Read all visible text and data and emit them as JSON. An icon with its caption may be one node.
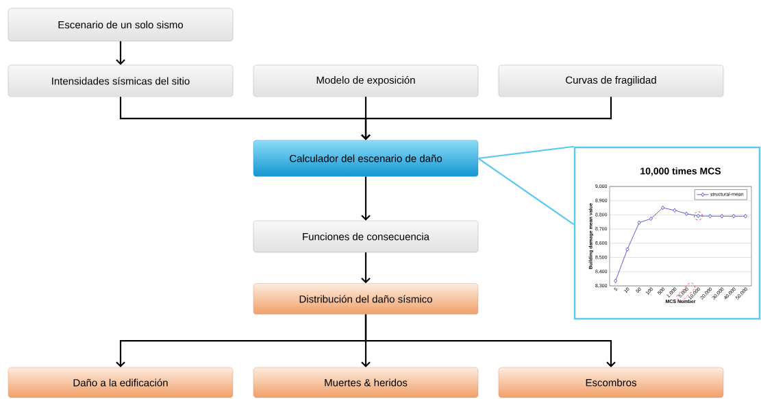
{
  "diagram": {
    "nodes": [
      {
        "text": [
          "Escenario de un solo sismo"
        ]
      },
      {
        "text": [
          "Intensidades sísmicas del sitio"
        ]
      },
      {
        "text": [
          "Modelo de exposición"
        ]
      },
      {
        "text": [
          "Curvas de fragilidad"
        ]
      },
      {
        "text": [
          "Calculador del escenario de daño"
        ]
      },
      {
        "text": [
          "Funciones de consecuencia"
        ]
      },
      {
        "text": [
          "Distribución del daño sísmico"
        ]
      },
      {
        "text": [
          "Daño a la edificación"
        ]
      },
      {
        "text": [
          "Muertes & heridos"
        ]
      },
      {
        "text": [
          "Escombros"
        ]
      },
      {
        "text": [],
        "shape": "box"
      }
    ],
    "edges": [
      {
        "from": 0,
        "to": 1,
        "arrow": "to"
      },
      {
        "from": 1,
        "to": 4,
        "arrow": "to"
      },
      {
        "from": 2,
        "to": 4,
        "arrow": "to"
      },
      {
        "from": 3,
        "to": 4,
        "arrow": "to"
      },
      {
        "from": 4,
        "to": 5,
        "arrow": "to"
      },
      {
        "from": 5,
        "to": 6,
        "arrow": "to"
      },
      {
        "from": 6,
        "to": 7,
        "arrow": "to"
      },
      {
        "from": 6,
        "to": 8,
        "arrow": "to"
      },
      {
        "from": 6,
        "to": 9,
        "arrow": "to"
      },
      {
        "from": 4,
        "to": 10,
        "arrow": "none",
        "color": "#5bc8f0"
      }
    ],
    "chart_data": {
      "type": "line",
      "title": "10,000 times MCS",
      "xlabel": "MCS Number",
      "ylabel": "Building damage mean value",
      "categories": [
        "5",
        "10",
        "50",
        "100",
        "500",
        "1,000",
        "5,000",
        "10,000",
        "20,000",
        "30,000",
        "40,000",
        "50,000"
      ],
      "series": [
        {
          "name": "structural-mean",
          "color": "#3333cc",
          "marker": "diamond",
          "values": [
            8335,
            8557,
            8745,
            8773,
            8850,
            8832,
            8808,
            8793,
            8791,
            8791,
            8791,
            8791
          ]
        }
      ],
      "ylim": [
        8300,
        9000
      ],
      "grid": "y",
      "yticks": [
        {
          "value": 8300,
          "label": "8,300"
        },
        {
          "value": 8400,
          "label": "8,400"
        },
        {
          "value": 8500,
          "label": "8,500"
        },
        {
          "value": 8600,
          "label": "8,600"
        },
        {
          "value": 8700,
          "label": "8,700"
        },
        {
          "value": 8800,
          "label": "8,800"
        },
        {
          "value": 8900,
          "label": "8,900"
        },
        {
          "value": 9000,
          "label": "9,000"
        }
      ]
    }
  }
}
